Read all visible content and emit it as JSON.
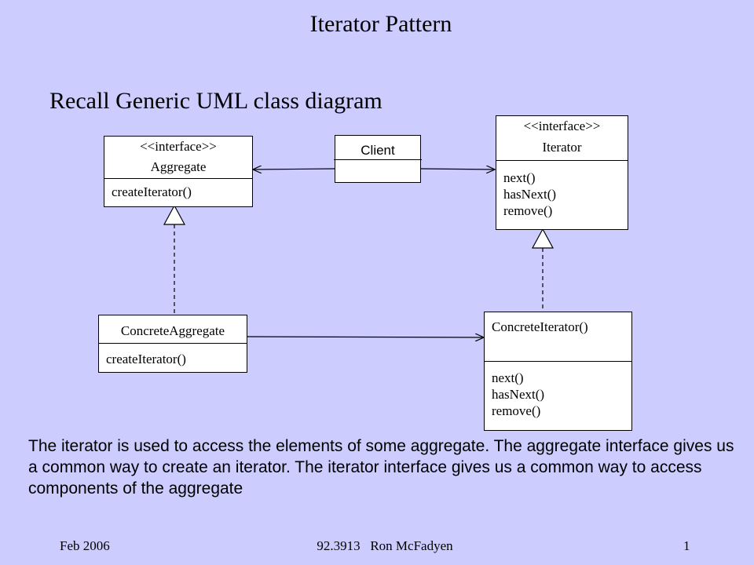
{
  "slide": {
    "title": "Iterator Pattern",
    "subtitle": "Recall Generic UML class diagram"
  },
  "diagram": {
    "aggregate": {
      "stereotype": "<<interface>>",
      "name": "Aggregate",
      "operations": [
        "createIterator()"
      ]
    },
    "client": {
      "name": "Client"
    },
    "iterator": {
      "stereotype": "<<interface>>",
      "name": "Iterator",
      "operations": [
        "next()",
        "hasNext()",
        "remove()"
      ]
    },
    "concrete_aggregate": {
      "name": "ConcreteAggregate",
      "operations": [
        "createIterator()"
      ]
    },
    "concrete_iterator": {
      "name": "ConcreteIterator()",
      "operations": [
        "next()",
        "hasNext()",
        "remove()"
      ]
    }
  },
  "description": "The iterator is used to access the elements of some aggregate. The aggregate interface gives us a common way to create an iterator. The iterator interface gives us a common way to access components of the aggregate",
  "footer": {
    "date": "Feb 2006",
    "course": "92.3913   Ron McFadyen",
    "page": "1"
  }
}
